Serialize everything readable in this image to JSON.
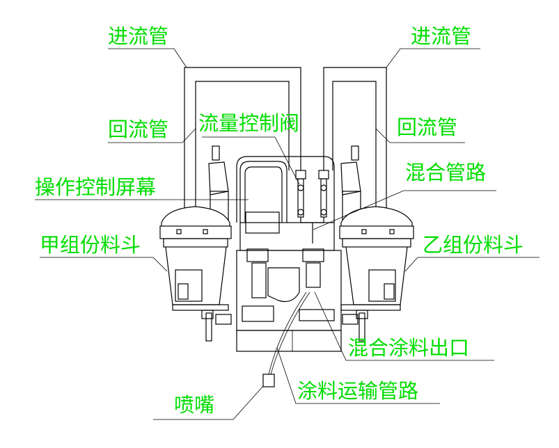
{
  "labels": {
    "inflow_pipe_left": "进流管",
    "inflow_pipe_right": "进流管",
    "return_pipe_left": "回流管",
    "return_pipe_right": "回流管",
    "flow_control_valve": "流量控制阀",
    "mixing_pipeline": "混合管路",
    "control_screen": "操作控制屏幕",
    "hopper_a": "甲组份料斗",
    "hopper_b": "乙组份料斗",
    "mixed_outlet": "混合涂料出口",
    "nozzle": "喷嘴",
    "transport_pipeline": "涂料运输管路"
  },
  "colors": {
    "label": "#00dd00",
    "line": "#000000"
  }
}
